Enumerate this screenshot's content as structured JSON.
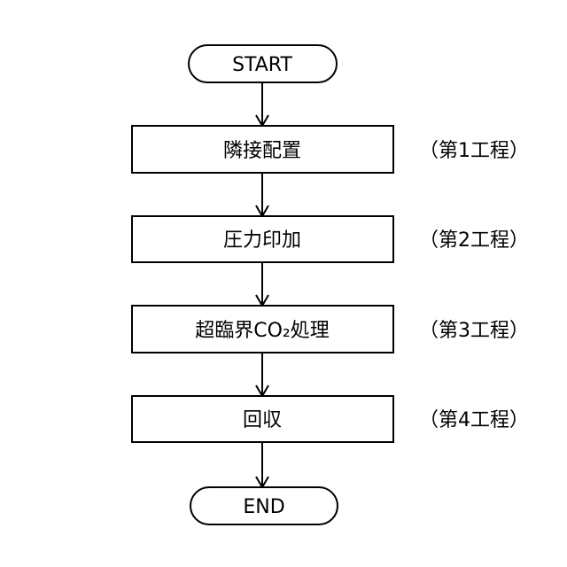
{
  "flowchart": {
    "start_label": "START",
    "end_label": "END",
    "steps": [
      {
        "label": "隣接配置",
        "step_note": "（第1工程）"
      },
      {
        "label": "圧力印加",
        "step_note": "（第2工程）"
      },
      {
        "label": "超臨界CO₂処理",
        "step_note": "（第3工程）"
      },
      {
        "label": "回収",
        "step_note": "（第4工程）"
      }
    ]
  }
}
